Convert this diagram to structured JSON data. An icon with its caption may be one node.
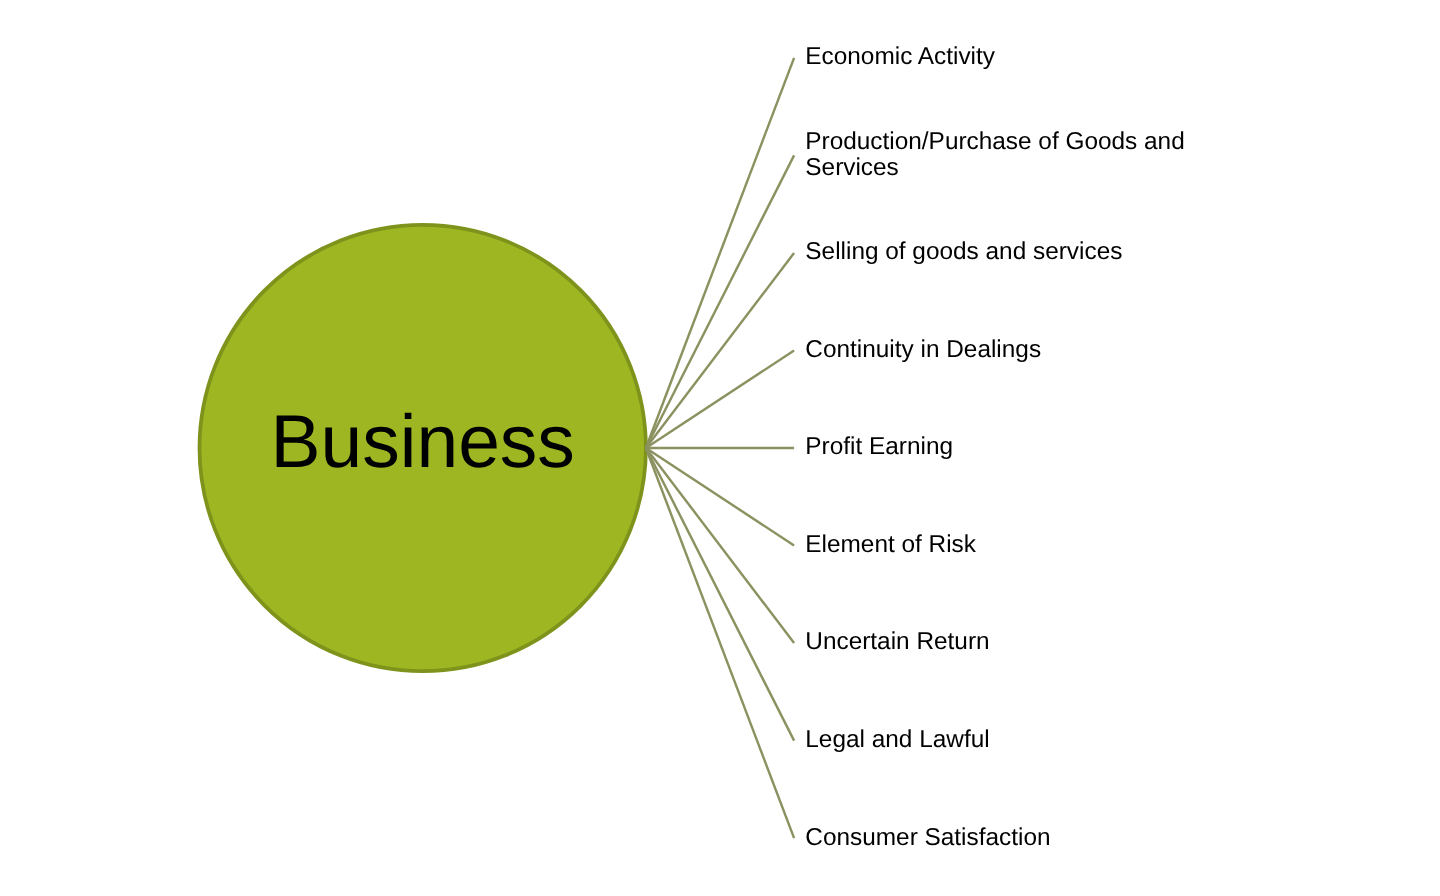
{
  "diagram": {
    "nodes": [
      {
        "text": [
          "Business"
        ]
      },
      {
        "text": [
          "Economic Activity"
        ]
      },
      {
        "text": [
          "Production/Purchase of Goods and Services"
        ]
      },
      {
        "text": [
          "Selling of goods and services"
        ]
      },
      {
        "text": [
          "Continuity in Dealings"
        ]
      },
      {
        "text": [
          "Profit Earning"
        ]
      },
      {
        "text": [
          "Element of Risk"
        ]
      },
      {
        "text": [
          "Uncertain Return"
        ]
      },
      {
        "text": [
          "Legal and Lawful"
        ]
      },
      {
        "text": [
          "Consumer Satisfaction"
        ]
      }
    ],
    "edges": [
      {
        "from": 0,
        "to": 1,
        "arrow": "none"
      },
      {
        "from": 0,
        "to": 2,
        "arrow": "none"
      },
      {
        "from": 0,
        "to": 3,
        "arrow": "none"
      },
      {
        "from": 0,
        "to": 4,
        "arrow": "none"
      },
      {
        "from": 0,
        "to": 5,
        "arrow": "none"
      },
      {
        "from": 0,
        "to": 6,
        "arrow": "none"
      },
      {
        "from": 0,
        "to": 7,
        "arrow": "none"
      },
      {
        "from": 0,
        "to": 8,
        "arrow": "none"
      },
      {
        "from": 0,
        "to": 9,
        "arrow": "none"
      }
    ]
  }
}
